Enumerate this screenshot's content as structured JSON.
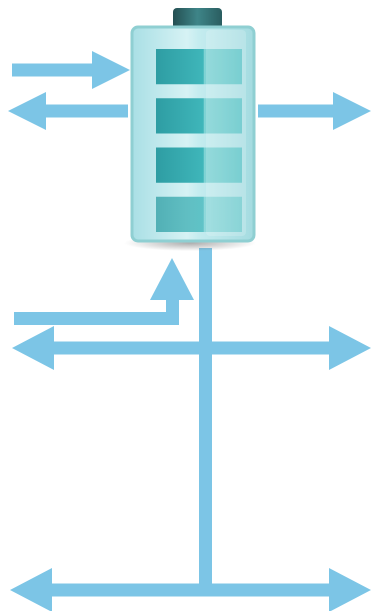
{
  "colors": {
    "background": "#ffffff",
    "arrow": "#7cc5e6",
    "battery_glass": "#bfe9ee",
    "battery_cell": "#38aeb3",
    "battery_cap": "#2f6f72",
    "battery_outline": "#8fcfd2",
    "shadow": "#6a6a6a"
  },
  "battery": {
    "icon": "battery-icon",
    "charge_cells": 4,
    "charge_level": 1.0
  },
  "flows": [
    {
      "icon": "arrow-right-icon",
      "role": "input-to-battery"
    },
    {
      "icon": "arrow-left-icon",
      "role": "output-from-battery-left"
    },
    {
      "icon": "arrow-right-icon",
      "role": "output-from-battery-right"
    },
    {
      "icon": "arrow-up-icon",
      "role": "input-to-battery-from-left"
    },
    {
      "icon": "double-arrow-horizontal-icon",
      "role": "upper-bus"
    },
    {
      "icon": "double-arrow-horizontal-icon",
      "role": "lower-bus"
    },
    {
      "icon": "vertical-line",
      "role": "trunk"
    }
  ]
}
